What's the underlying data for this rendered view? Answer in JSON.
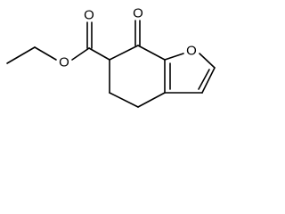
{
  "molecule": {
    "atom_labels": {
      "ketone_oxygen": "O",
      "ester_carbonyl_oxygen": "O",
      "ester_ether_oxygen": "O",
      "furan_oxygen": "O"
    }
  },
  "colors": {
    "bond": "#000000",
    "background": "#ffffff"
  }
}
